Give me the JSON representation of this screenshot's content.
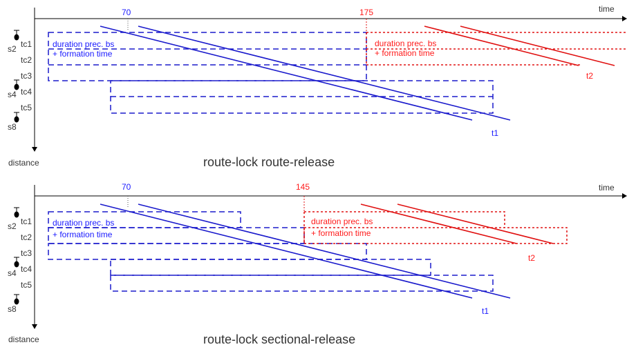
{
  "colors": {
    "train1": "#1a1acc",
    "train2": "#e01010",
    "axis": "#000000",
    "text": "#333333"
  },
  "axes": {
    "x_label": "time",
    "y_label": "distance"
  },
  "track_sections": [
    "tc1",
    "tc2",
    "tc3",
    "tc4",
    "tc5"
  ],
  "signals": [
    "s2",
    "s4",
    "s8"
  ],
  "panels": [
    {
      "caption": "route-lock route-release",
      "t1_marker": "70",
      "t2_marker": "175",
      "box_label_line1": "duration prec. bs",
      "box_label_line2": "+ formation time",
      "red_box_label_line1": "duration prec. bs",
      "red_box_label_line2": "+ formation time",
      "train1_label": "t1",
      "train2_label": "t2"
    },
    {
      "caption": "route-lock sectional-release",
      "t1_marker": "70",
      "t2_marker": "145",
      "box_label_line1": "duration prec. bs",
      "box_label_line2": "+ formation time",
      "red_box_label_line1": "duration prec. bs",
      "red_box_label_line2": "+ formation time",
      "train1_label": "t1",
      "train2_label": "t2"
    }
  ]
}
